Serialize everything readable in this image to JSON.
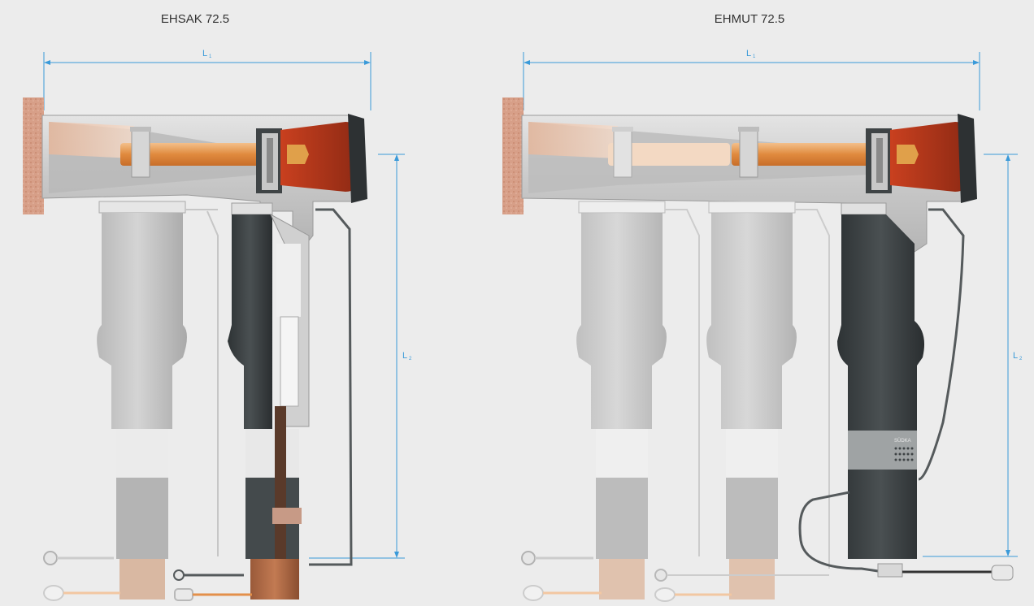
{
  "figures": [
    {
      "title": "EHSAK 72.5",
      "dim_width": {
        "letter": "L",
        "sub": "1"
      },
      "dim_height": {
        "letter": "L",
        "sub": "2"
      }
    },
    {
      "title": "EHMUT 72.5",
      "dim_width": {
        "letter": "L",
        "sub": "1"
      },
      "dim_height": {
        "letter": "L",
        "sub": "2"
      },
      "marking": "SÜDKA"
    }
  ],
  "colors": {
    "dimension": "#3a9ad9",
    "housing": "#c9c9c9",
    "cable_jacket": "#bdbdbd",
    "dark_sleeve": "#3c4143",
    "copper": "#e3904a",
    "red_plug": "#b5361b",
    "bushing": "#d49a84"
  }
}
